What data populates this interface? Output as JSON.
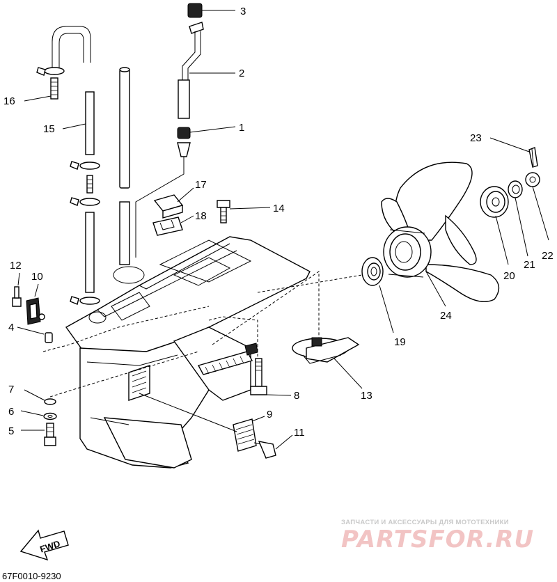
{
  "callouts": [
    "1",
    "2",
    "3",
    "4",
    "5",
    "6",
    "7",
    "8",
    "9",
    "10",
    "11",
    "12",
    "13",
    "14",
    "15",
    "16",
    "17",
    "18",
    "19",
    "20",
    "21",
    "22",
    "23",
    "24"
  ],
  "fwd_label": "FWD",
  "diagram_code": "67F0010-9230",
  "watermark": {
    "tagline": "ЗАПЧАСТИ И АКСЕССУАРЫ ДЛЯ МОТОТЕХНИКИ",
    "brand": "PARTSFOR.RU"
  }
}
